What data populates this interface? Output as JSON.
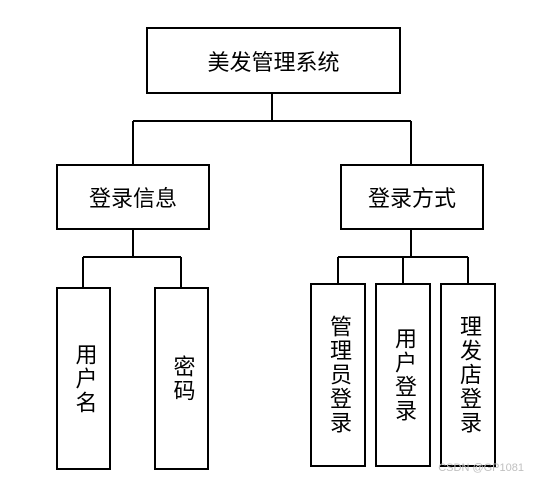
{
  "root": {
    "label": "美发管理系统"
  },
  "branches": [
    {
      "label": "登录信息",
      "children": [
        {
          "label": "用户名"
        },
        {
          "label": "密码"
        }
      ]
    },
    {
      "label": "登录方式",
      "children": [
        {
          "label": "管理员登录"
        },
        {
          "label": "用户登录"
        },
        {
          "label": "理发店登录"
        }
      ]
    }
  ],
  "watermark": "CSDN @GP1081"
}
